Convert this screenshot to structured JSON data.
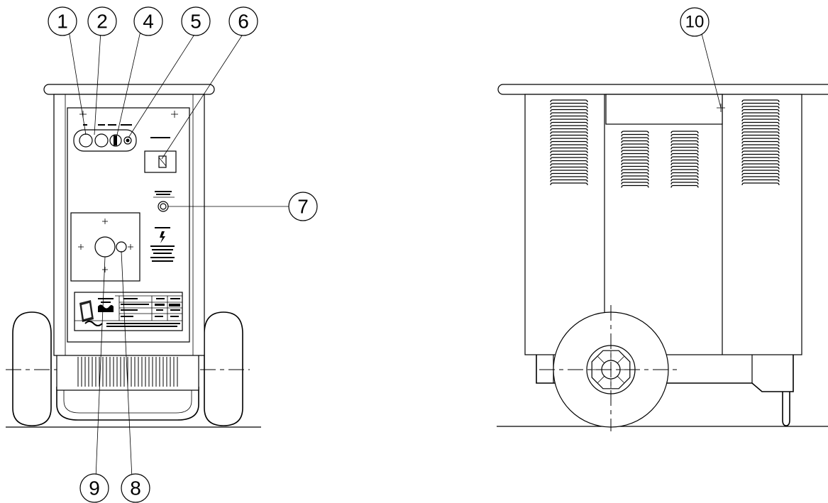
{
  "callouts": {
    "c1": "1",
    "c2": "2",
    "c4": "4",
    "c5": "5",
    "c6": "6",
    "c7": "7",
    "c8": "8",
    "c9": "9",
    "c10": "10"
  },
  "colors": {
    "line": "#000000",
    "background": "#ffffff"
  }
}
